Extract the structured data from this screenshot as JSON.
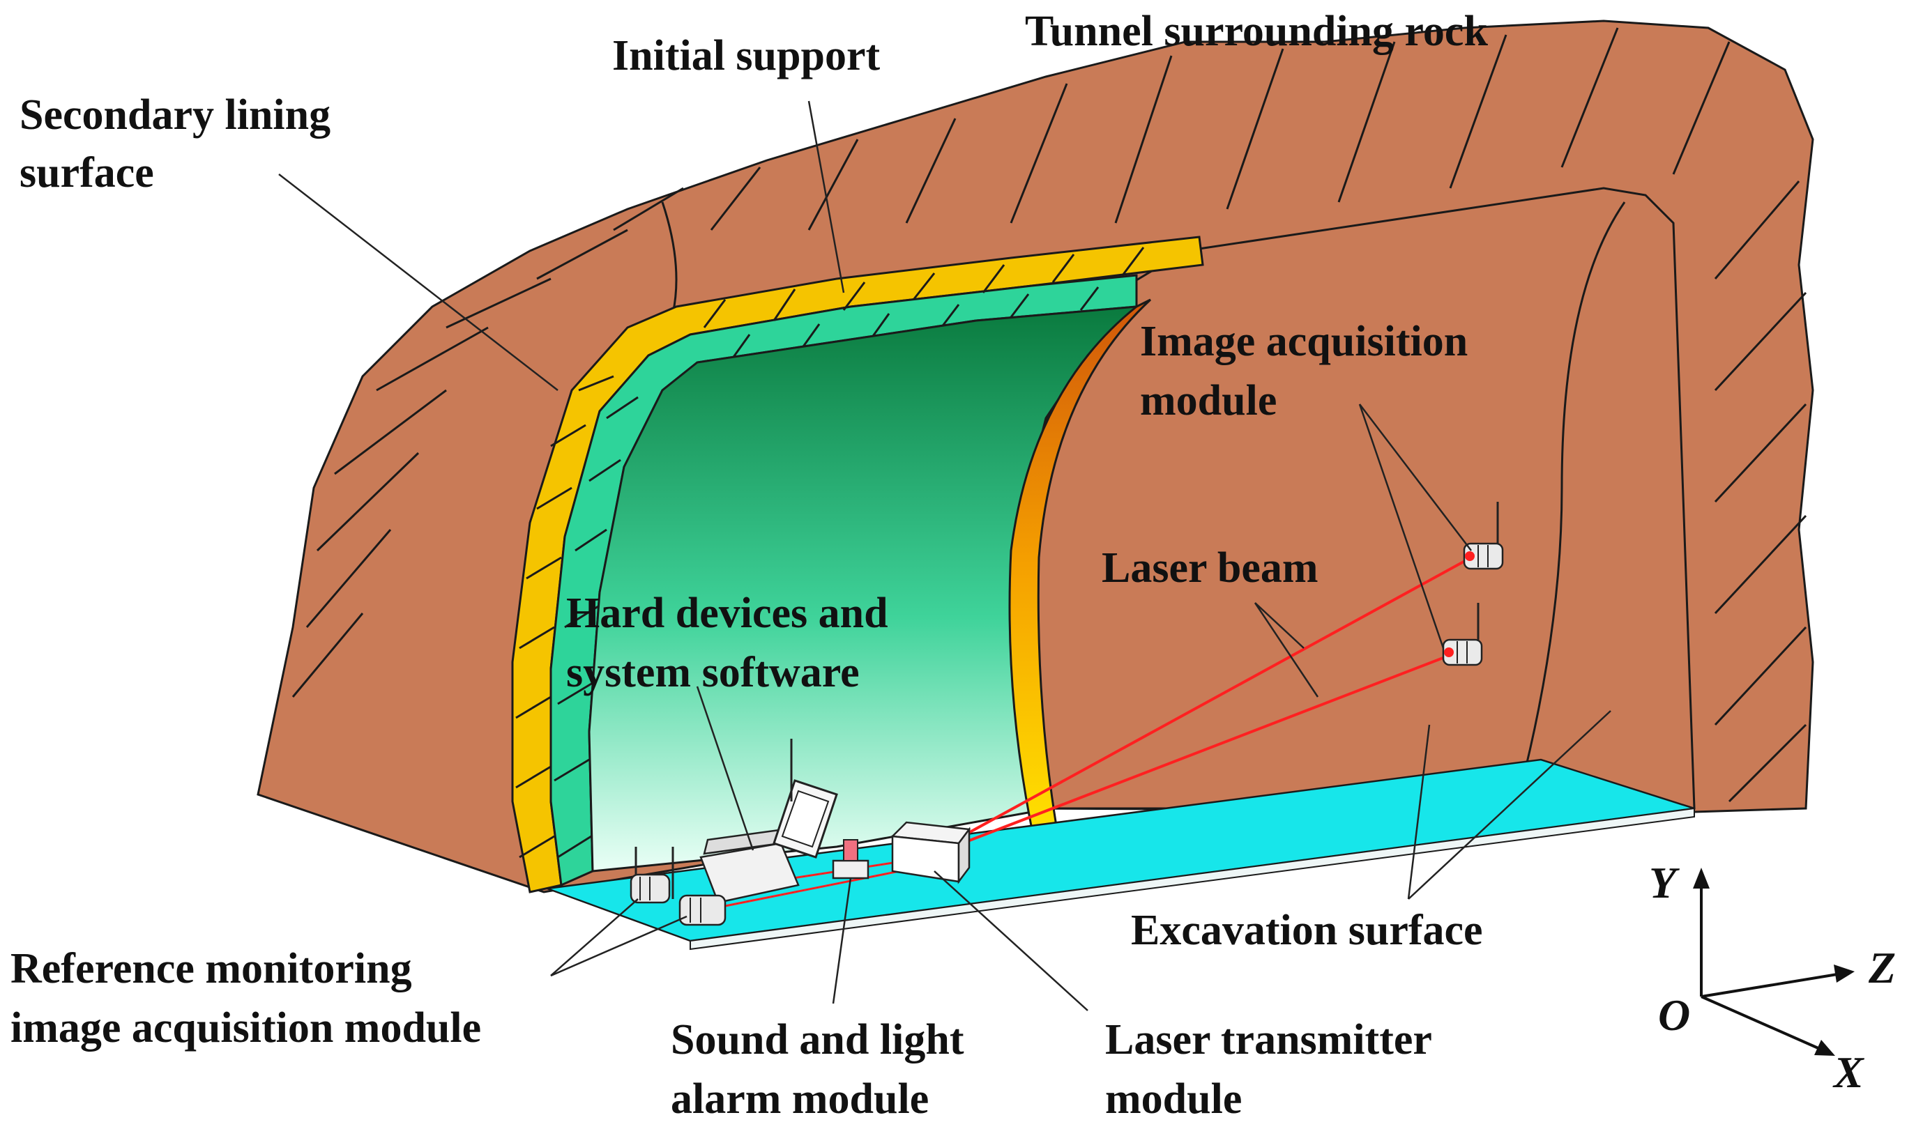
{
  "labels": {
    "tunnel_rock": "Tunnel surrounding rock",
    "initial_support": "Initial support",
    "secondary_lining_1": "Secondary lining",
    "secondary_lining_2": "surface",
    "image_acq_1": "Image acquisition",
    "image_acq_2": "module",
    "laser_beam": "Laser beam",
    "hard_devices_1": "Hard devices and",
    "hard_devices_2": "system software",
    "excavation_surface": "Excavation surface",
    "reference_1": "Reference monitoring",
    "reference_2": "image acquisition module",
    "alarm_1": "Sound and light",
    "alarm_2": "alarm module",
    "laser_tx_1": "Laser transmitter",
    "laser_tx_2": "module"
  },
  "axes": {
    "y": "Y",
    "z": "Z",
    "x": "X",
    "origin": "O"
  },
  "colors": {
    "rock": "#c97b57",
    "initial_support": "#f5c400",
    "secondary_lining": "#2ed49a",
    "tunnel_inner_top": "#0a7a3e",
    "tunnel_inner_bottom": "#e8fff4",
    "floor": "#17e6ea",
    "laser": "#ff2020",
    "face_ring": "#e07010"
  }
}
